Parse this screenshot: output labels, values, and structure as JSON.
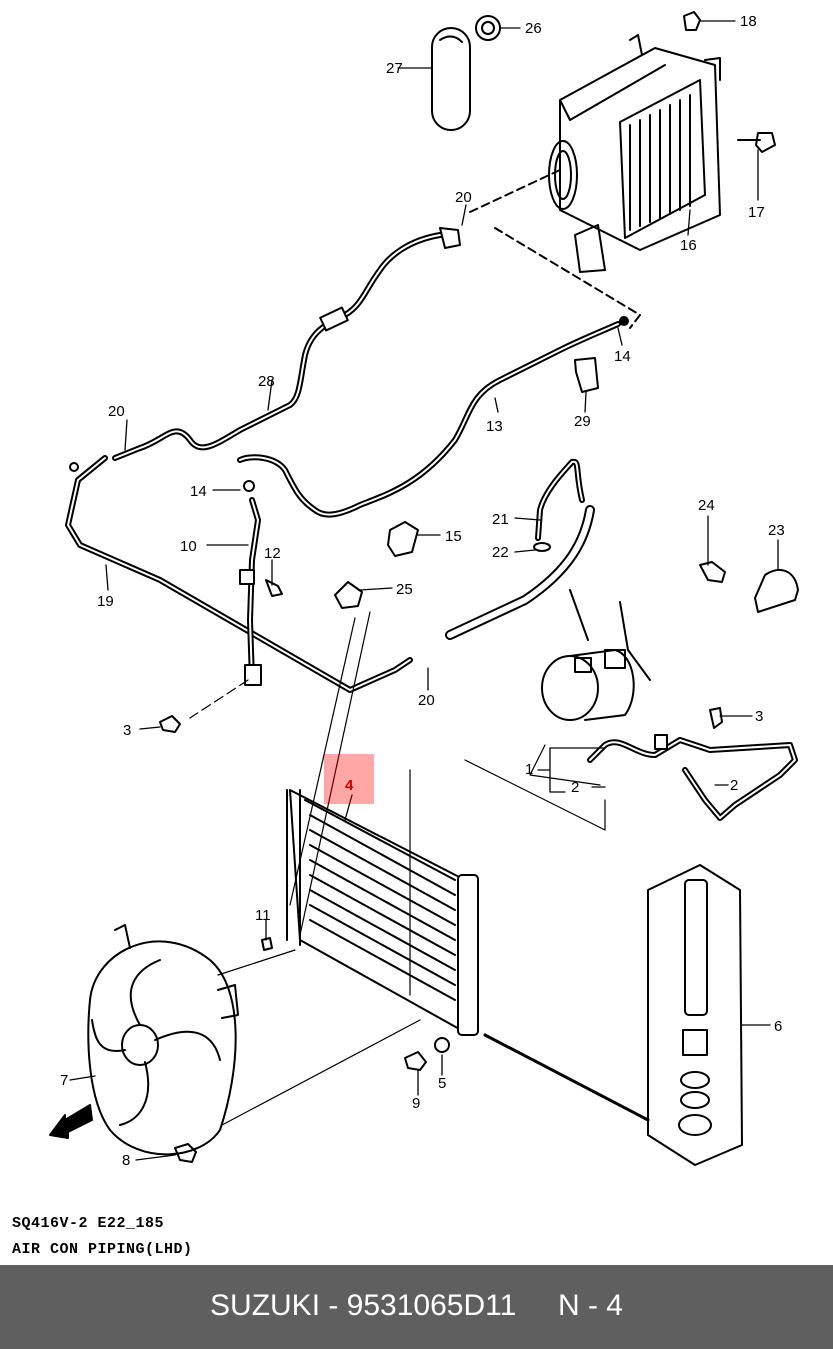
{
  "highlight_color": "#ff0000",
  "diagram": {
    "highlighted_part": "4",
    "callouts": [
      "1",
      "2",
      "2",
      "3",
      "3",
      "4",
      "5",
      "6",
      "7",
      "8",
      "9",
      "10",
      "11",
      "12",
      "13",
      "14",
      "14",
      "15",
      "16",
      "17",
      "18",
      "19",
      "20",
      "20",
      "20",
      "21",
      "22",
      "23",
      "24",
      "25",
      "26",
      "27",
      "28",
      "29"
    ]
  },
  "caption": {
    "code": "SQ416V-2 E22_185",
    "title": "AIR CON PIPING(LHD)"
  },
  "footer": {
    "text": "SUZUKI - 9531065D11     N - 4"
  }
}
